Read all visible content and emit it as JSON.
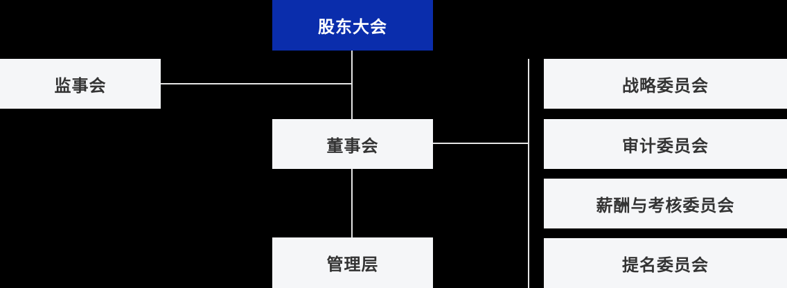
{
  "colors": {
    "canvas_bg": "#000000",
    "primary_blue": "#0a2dac",
    "primary_text": "#ffffff",
    "box_bg": "#f5f6f8",
    "box_text": "#333333",
    "connector": "#e6e6e6"
  },
  "chart": {
    "type": "org-chart",
    "root": {
      "label": "股东大会"
    },
    "supervisory": {
      "label": "监事会"
    },
    "board": {
      "label": "董事会"
    },
    "management": {
      "label": "管理层"
    },
    "committees": [
      {
        "label": "战略委员会"
      },
      {
        "label": "审计委员会"
      },
      {
        "label": "薪酬与考核委员会"
      },
      {
        "label": "提名委员会"
      }
    ]
  }
}
